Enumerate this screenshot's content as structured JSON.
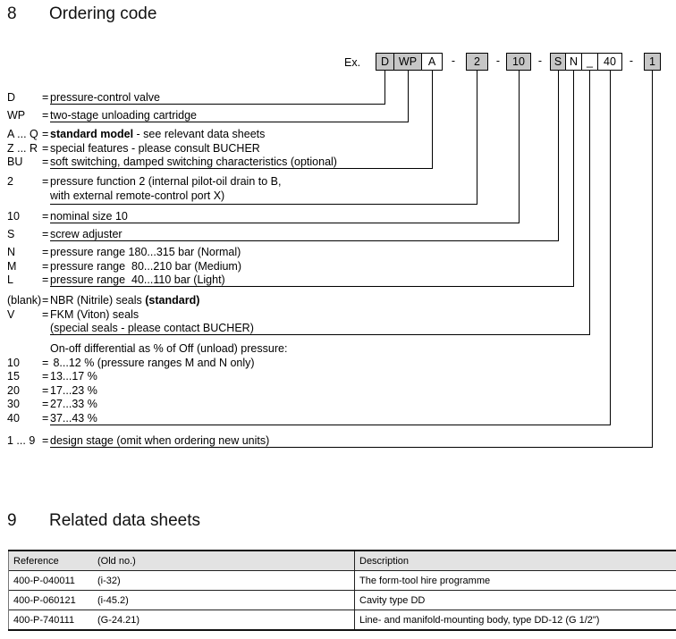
{
  "ordering": {
    "section_no": "8",
    "title": "Ordering code",
    "example_label": "Ex.",
    "separator": "-",
    "code_cells": [
      {
        "text": "D"
      },
      {
        "text": "WP"
      },
      {
        "text": "A"
      },
      {
        "text": "2"
      },
      {
        "text": "10"
      },
      {
        "text": "S"
      },
      {
        "text": "N"
      },
      {
        "text": "_"
      },
      {
        "text": "40"
      },
      {
        "text": "1"
      }
    ],
    "rows": [
      {
        "code": "D",
        "eq": "=",
        "t": "pressure-control valve"
      },
      {
        "code": "WP",
        "eq": "=",
        "t": "two-stage unloading cartridge"
      },
      {
        "code": "A ... Q",
        "eq": "=",
        "b1": "standard model",
        "t": " - see relevant data sheets"
      },
      {
        "code": "Z ... R",
        "eq": "=",
        "t": "special features - please consult BUCHER"
      },
      {
        "code": "BU",
        "eq": "=",
        "t": "soft switching, damped switching characteristics (optional)"
      },
      {
        "code": "2",
        "eq": "=",
        "t": "pressure function 2 (internal pilot-oil drain to B,"
      },
      {
        "code": "",
        "eq": "",
        "t": "with external remote-control port X)"
      },
      {
        "code": "10",
        "eq": "=",
        "t": "nominal size 10"
      },
      {
        "code": "S",
        "eq": "=",
        "t": "screw adjuster"
      },
      {
        "code": "N",
        "eq": "=",
        "t": "pressure range 180...315 bar (Normal)"
      },
      {
        "code": "M",
        "eq": "=",
        "t": "pressure range  80...210 bar (Medium)"
      },
      {
        "code": "L",
        "eq": "=",
        "t": "pressure range  40...110 bar (Light)"
      },
      {
        "code": "(blank)",
        "eq": "=",
        "t": "NBR (Nitrile) seals ",
        "b2": "(standard)"
      },
      {
        "code": "V",
        "eq": "=",
        "t": "FKM (Viton) seals"
      },
      {
        "code": "",
        "eq": "",
        "t": "(special seals - please contact BUCHER)"
      },
      {
        "code": "",
        "eq": "",
        "t": "On-off differential as % of Off (unload) pressure:"
      },
      {
        "code": "10",
        "eq": "=",
        "t": " 8...12 % (pressure ranges M and N only)"
      },
      {
        "code": "15",
        "eq": "=",
        "t": "13...17 %"
      },
      {
        "code": "20",
        "eq": "=",
        "t": "17...23 %"
      },
      {
        "code": "30",
        "eq": "=",
        "t": "27...33 %"
      },
      {
        "code": "40",
        "eq": "=",
        "t": "37...43 %"
      },
      {
        "code": "1 ... 9",
        "eq": "=",
        "t": "design stage (omit when ordering new units)"
      }
    ]
  },
  "related": {
    "section_no": "9",
    "title": "Related data sheets",
    "columns": [
      "Reference",
      "(Old no.)",
      "Description"
    ],
    "rows": [
      {
        "reference": "400-P-040011",
        "old_no": "(i-32)",
        "description": "The form-tool hire programme"
      },
      {
        "reference": "400-P-060121",
        "old_no": "(i-45.2)",
        "description": "Cavity type DD"
      },
      {
        "reference": "400-P-740111",
        "old_no": "(G-24.21)",
        "description": "Line- and manifold-mounting body, type DD-12 (G 1/2\")"
      }
    ]
  },
  "colors": {
    "box_gray": "#c6c6c6",
    "table_header_bg": "#e3e3e3",
    "line_color": "#000000"
  }
}
